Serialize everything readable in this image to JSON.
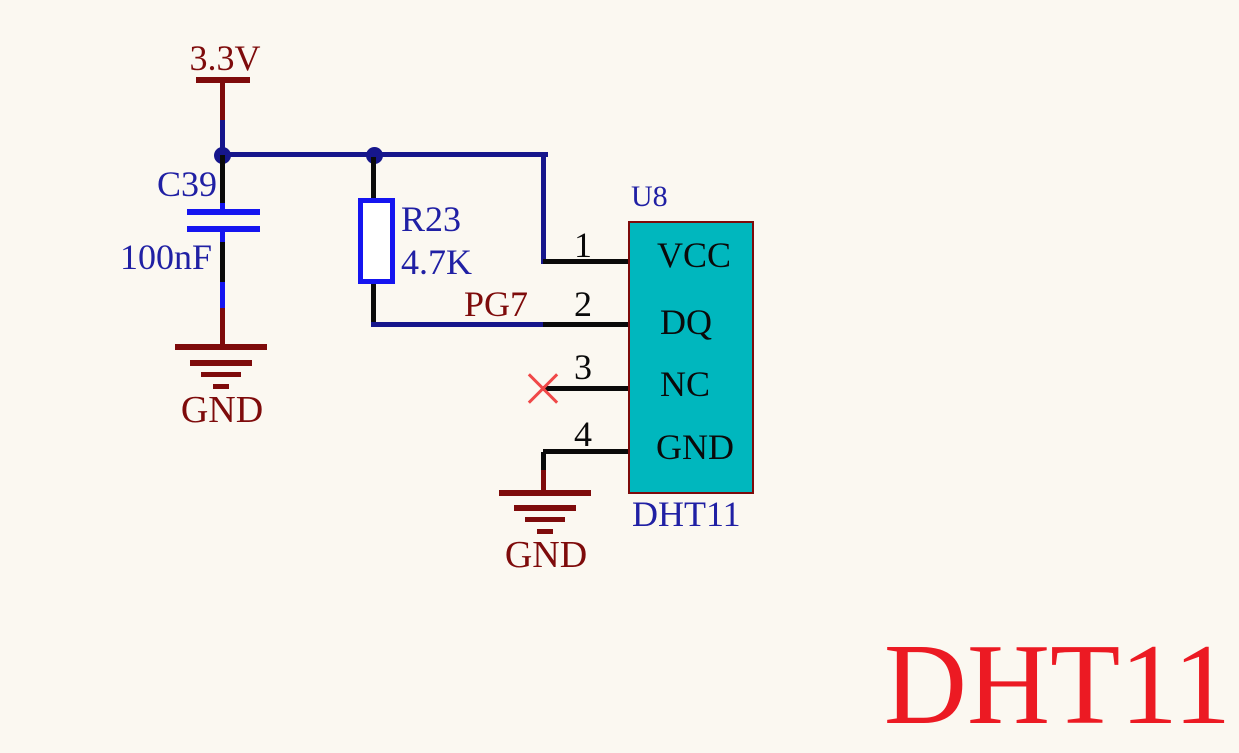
{
  "colors": {
    "background": "#FBF8F1",
    "wire": "#16168C",
    "symbol-blue": "#1515F0",
    "label-blue": "#2020A4",
    "maroon": "#7E0B0B",
    "black": "#0A0A0A",
    "chip-fill": "#00B7BE",
    "title-red": "#EC1A23",
    "noconnect-red": "#F04848"
  },
  "schematic": {
    "power": {
      "net": "3.3V"
    },
    "capacitor": {
      "designator": "C39",
      "value": "100nF"
    },
    "resistor": {
      "designator": "R23",
      "value": "4.7K"
    },
    "net_label": "PG7",
    "ic": {
      "designator": "U8",
      "part": "DHT11",
      "pins": [
        {
          "number": "1",
          "name": "VCC"
        },
        {
          "number": "2",
          "name": "DQ"
        },
        {
          "number": "3",
          "name": "NC"
        },
        {
          "number": "4",
          "name": "GND"
        }
      ]
    },
    "grounds": [
      {
        "label": "GND"
      },
      {
        "label": "GND"
      }
    ],
    "title": "DHT11"
  }
}
